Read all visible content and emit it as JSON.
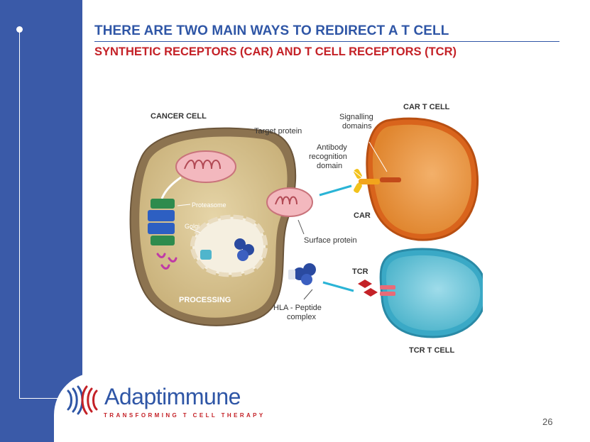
{
  "slide": {
    "title": "THERE ARE TWO MAIN WAYS TO REDIRECT A T CELL",
    "subtitle": "SYNTHETIC RECEPTORS (CAR) AND T CELL RECEPTORS (TCR)",
    "page_number": "26"
  },
  "diagram": {
    "labels": {
      "cancer_cell": "CANCER CELL",
      "target_protein": "Target protein",
      "proteasome": "Proteasome",
      "golgi": "Golgi",
      "processing": "PROCESSING",
      "signalling_line1": "Signalling",
      "signalling_line2": "domains",
      "antibody_line1": "Antibody",
      "antibody_line2": "recognition",
      "antibody_line3": "domain",
      "car_t_cell": "CAR T CELL",
      "car": "CAR",
      "surface_protein": "Surface protein",
      "tcr": "TCR",
      "hla_line1": "HLA - Peptide",
      "hla_line2": "complex",
      "tcr_t_cell": "TCR T CELL"
    }
  },
  "logo": {
    "name": "Adaptimmune",
    "tagline": "TRANSFORMING T CELL THERAPY"
  },
  "colors": {
    "sidebar": "#3a5aa8",
    "title_blue": "#2f56a6",
    "subtitle_red": "#c42127"
  }
}
